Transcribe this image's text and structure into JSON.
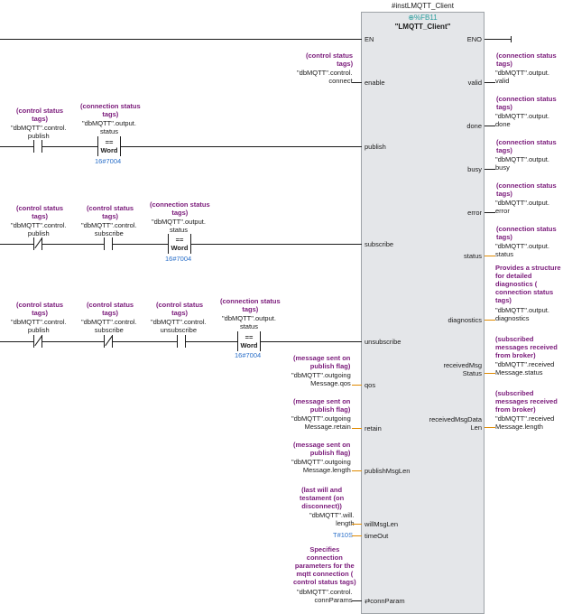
{
  "block": {
    "instance": "#instLMQTT_Client",
    "fb": "%FB11",
    "name": "\"LMQTT_Client\""
  },
  "pins": {
    "en": "EN",
    "eno": "ENO",
    "enable": "enable",
    "publish": "publish",
    "subscribe": "subscribe",
    "unsubscribe": "unsubscribe",
    "qos": "qos",
    "retain": "retain",
    "publishMsgLen": "publishMsgLen",
    "willMsgLen": "willMsgLen",
    "timeOut": "timeOut",
    "connParam": "connParam",
    "valid": "valid",
    "done": "done",
    "busy": "busy",
    "error": "error",
    "status": "status",
    "diagnostics": "diagnostics",
    "receivedMsgStatus": "receivedMsg\nStatus",
    "receivedMsgDataLen": "receivedMsgData\nLen"
  },
  "comments": {
    "control": "(control status\ntags)",
    "connection": "(connection status\ntags)",
    "message": "(message sent on\npublish flag)",
    "will": "(last will and\ntestament (on\ndisconnect))",
    "connParams": "Specifies\nconnection\nparameters for the\nmqtt connection (\ncontrol status tags)",
    "diagnostics": "Provides a structure\nfor detailed\ndiagnostics (\nconnection status\ntags)",
    "subscribed": "(subscribed\nmessages received\nfrom broker)"
  },
  "tags": {
    "ctrlConnect": "\"dbMQTT\".control.\nconnect",
    "ctrlPublish": "\"dbMQTT\".control.\npublish",
    "ctrlSubscribe": "\"dbMQTT\".control.\nsubscribe",
    "ctrlUnsubscribe": "\"dbMQTT\".control.\nunsubscribe",
    "outStatus": "\"dbMQTT\".output.\nstatus",
    "outValid": "\"dbMQTT\".output.\nvalid",
    "outDone": "\"dbMQTT\".output.\ndone",
    "outBusy": "\"dbMQTT\".output.\nbusy",
    "outError": "\"dbMQTT\".output.\nerror",
    "outDiag": "\"dbMQTT\".output.\ndiagnostics",
    "msgQos": "\"dbMQTT\".outgoing\nMessage.qos",
    "msgRetain": "\"dbMQTT\".outgoing\nMessage.retain",
    "msgLength": "\"dbMQTT\".outgoing\nMessage.length",
    "willLength": "\"dbMQTT\".will.\nlength",
    "connParams": "\"dbMQTT\".control.\nconnParams",
    "recvStatus": "\"dbMQTT\".received\nMessage.status",
    "recvLength": "\"dbMQTT\".received\nMessage.length"
  },
  "compare": {
    "op": "==",
    "type": "Word",
    "value": "16#7004"
  },
  "timeout_value": "T#10S",
  "icons": {
    "fb_icon": "block-icon"
  }
}
